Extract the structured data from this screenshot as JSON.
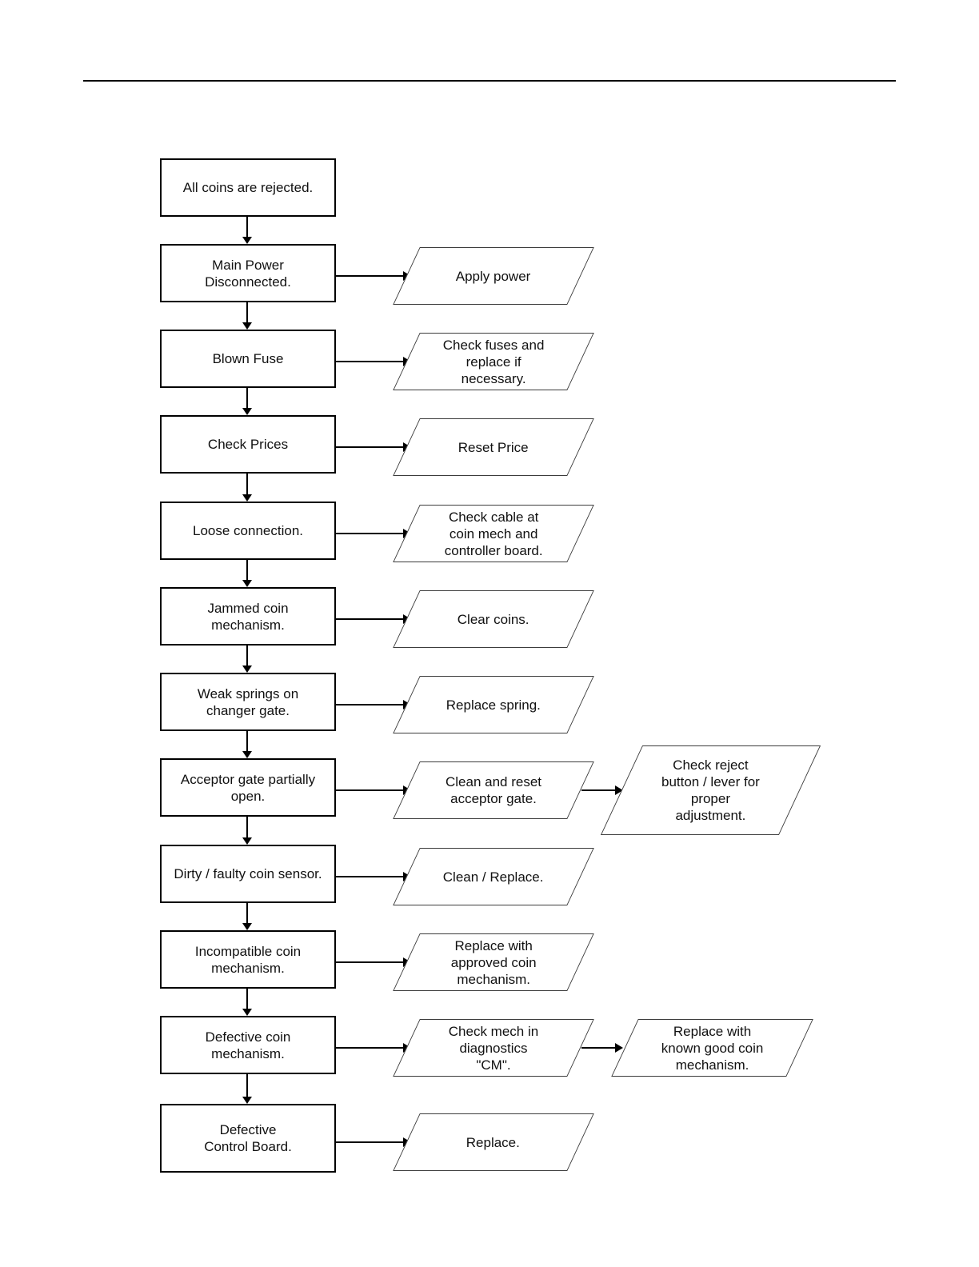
{
  "flowchart": {
    "rows": [
      {
        "condition": "All coins are rejected."
      },
      {
        "condition": "Main Power\nDisconnected.",
        "action": "Apply power"
      },
      {
        "condition": "Blown Fuse",
        "action": "Check fuses and\nreplace if\nnecessary."
      },
      {
        "condition": "Check Prices",
        "action": "Reset Price"
      },
      {
        "condition": "Loose connection.",
        "action": "Check cable at\ncoin mech and\ncontroller board."
      },
      {
        "condition": "Jammed coin\nmechanism.",
        "action": "Clear coins."
      },
      {
        "condition": "Weak springs on\nchanger gate.",
        "action": "Replace spring."
      },
      {
        "condition": "Acceptor gate partially\nopen.",
        "action": "Clean and reset\nacceptor gate.",
        "action2": "Check reject\nbutton / lever for\nproper\nadjustment."
      },
      {
        "condition": "Dirty / faulty coin sensor.",
        "action": "Clean / Replace."
      },
      {
        "condition": "Incompatible coin\nmechanism.",
        "action": "Replace with\napproved coin\nmechanism."
      },
      {
        "condition": "Defective coin\nmechanism.",
        "action": "Check mech in\ndiagnostics\n\"CM\".",
        "action2": "Replace with\nknown good coin\nmechanism."
      },
      {
        "condition": "Defective\nControl Board.",
        "action": "Replace."
      }
    ],
    "colors": {
      "line": "#000000",
      "box_border": "#000000",
      "parallelogram_border": "#3c3c3c",
      "background": "#ffffff"
    }
  }
}
